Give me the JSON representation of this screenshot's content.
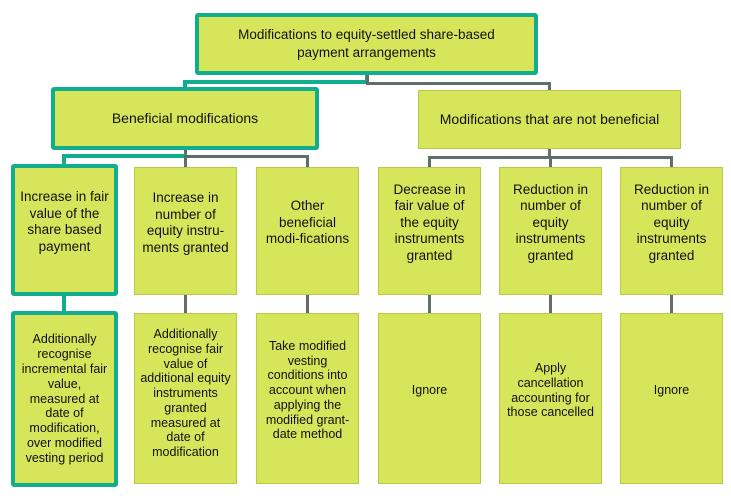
{
  "diagram": {
    "title": "Modifications to equity-settled share-based payment arrangements",
    "branches": [
      {
        "label": "Beneficial modifications",
        "highlighted": true,
        "items": [
          {
            "condition": "Increase in fair value of the share based payment",
            "treatment": "Additionally recognise incremental fair value, measured at date of modification, over modified vesting period",
            "highlighted": true
          },
          {
            "condition": "Increase in number of equity instru-ments granted",
            "treatment": "Additionally recognise fair value of additional equity instruments granted measured at date of modification",
            "highlighted": false
          },
          {
            "condition": "Other beneficial modi-fications",
            "treatment": "Take modified vesting conditions into account when applying the modified grant-date method",
            "highlighted": false
          }
        ]
      },
      {
        "label": "Modifications that are not beneficial",
        "highlighted": false,
        "items": [
          {
            "condition": "Decrease in fair value of the equity instruments granted",
            "treatment": "Ignore",
            "highlighted": false
          },
          {
            "condition": "Reduction in number of equity instruments granted",
            "treatment": "Apply cancellation accounting for those cancelled",
            "highlighted": false
          },
          {
            "condition": "Reduction in number of equity instruments granted",
            "treatment": "Ignore",
            "highlighted": false
          }
        ]
      }
    ],
    "colors": {
      "box_fill": "#d7e55b",
      "highlight_border": "#10ae8e",
      "connector": "#5f6d6b"
    }
  }
}
